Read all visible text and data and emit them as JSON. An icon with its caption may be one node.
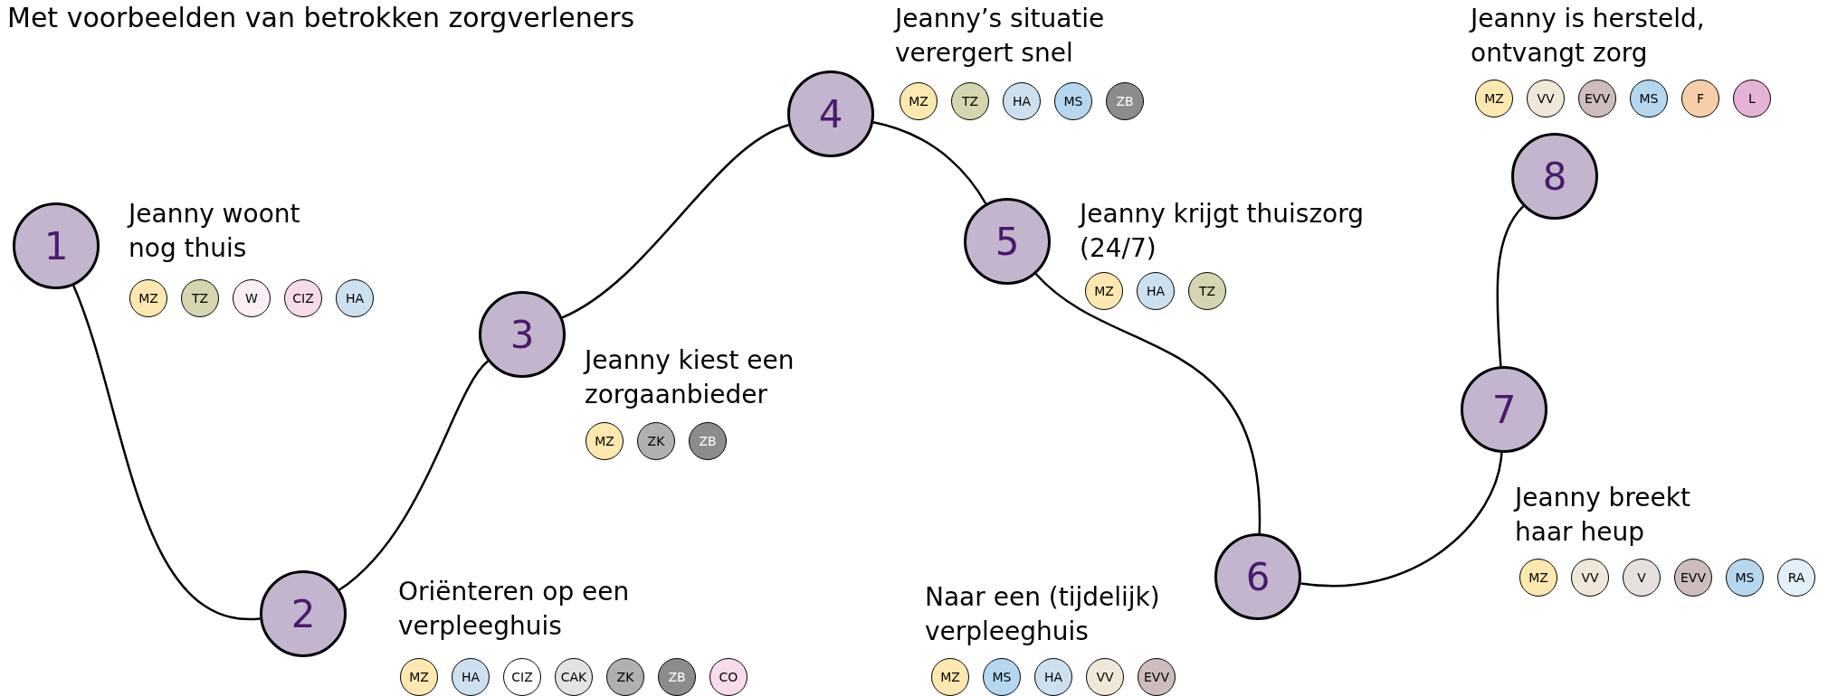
{
  "diagram": {
    "title": "Met voorbeelden van betrokken zorgverleners",
    "nodes": [
      {
        "text": [
          "1"
        ]
      },
      {
        "text": [
          "MZ"
        ]
      },
      {
        "text": [
          "TZ"
        ]
      },
      {
        "text": [
          "W"
        ]
      },
      {
        "text": [
          "CIZ"
        ]
      },
      {
        "text": [
          "HA"
        ]
      },
      {
        "text": [
          "2"
        ]
      },
      {
        "text": [
          "MZ"
        ]
      },
      {
        "text": [
          "HA"
        ]
      },
      {
        "text": [
          "CIZ"
        ]
      },
      {
        "text": [
          "CAK"
        ]
      },
      {
        "text": [
          "ZK"
        ]
      },
      {
        "text": [
          "ZB"
        ]
      },
      {
        "text": [
          "CO"
        ]
      },
      {
        "text": [
          "3"
        ]
      },
      {
        "text": [
          "MZ"
        ]
      },
      {
        "text": [
          "ZK"
        ]
      },
      {
        "text": [
          "ZB"
        ]
      },
      {
        "text": [
          "4"
        ]
      },
      {
        "text": [
          "MZ"
        ]
      },
      {
        "text": [
          "TZ"
        ]
      },
      {
        "text": [
          "HA"
        ]
      },
      {
        "text": [
          "MS"
        ]
      },
      {
        "text": [
          "ZB"
        ]
      },
      {
        "text": [
          "5"
        ]
      },
      {
        "text": [
          "MZ"
        ]
      },
      {
        "text": [
          "HA"
        ]
      },
      {
        "text": [
          "TZ"
        ]
      },
      {
        "text": [
          "6"
        ]
      },
      {
        "text": [
          "MZ"
        ]
      },
      {
        "text": [
          "MS"
        ]
      },
      {
        "text": [
          "HA"
        ]
      },
      {
        "text": [
          "VV"
        ]
      },
      {
        "text": [
          "EVV"
        ]
      },
      {
        "text": [
          "7"
        ]
      },
      {
        "text": [
          "MZ"
        ]
      },
      {
        "text": [
          "VV"
        ]
      },
      {
        "text": [
          "V"
        ]
      },
      {
        "text": [
          "EVV"
        ]
      },
      {
        "text": [
          "MS"
        ]
      },
      {
        "text": [
          "RA"
        ]
      },
      {
        "text": [
          "8"
        ]
      },
      {
        "text": [
          "MZ"
        ]
      },
      {
        "text": [
          "VV"
        ]
      },
      {
        "text": [
          "EVV"
        ]
      },
      {
        "text": [
          "MS"
        ]
      },
      {
        "text": [
          "F"
        ]
      },
      {
        "text": [
          "L"
        ]
      }
    ],
    "edges": [
      {
        "from": 0,
        "to": 6,
        "arrow": "none"
      },
      {
        "from": 6,
        "to": 14,
        "arrow": "none"
      },
      {
        "from": 14,
        "to": 18,
        "arrow": "none"
      },
      {
        "from": 18,
        "to": 24,
        "arrow": "none"
      },
      {
        "from": 24,
        "to": 28,
        "arrow": "none"
      },
      {
        "from": 28,
        "to": 34,
        "arrow": "none"
      },
      {
        "from": 34,
        "to": 41,
        "arrow": "none"
      }
    ],
    "labels": [
      "Jeanny woont nog thuis",
      "Oriënteren op een verpleeghuis",
      "Jeanny kiest een zorgaanbieder",
      "Jeanny’s situatie verergert snel",
      "Jeanny krijgt thuiszorg (24/7)",
      "Naar een (tijdelijk) verpleeghuis",
      "Jeanny breekt haar heup",
      "Jeanny is hersteld, ontvangt zorg"
    ]
  }
}
